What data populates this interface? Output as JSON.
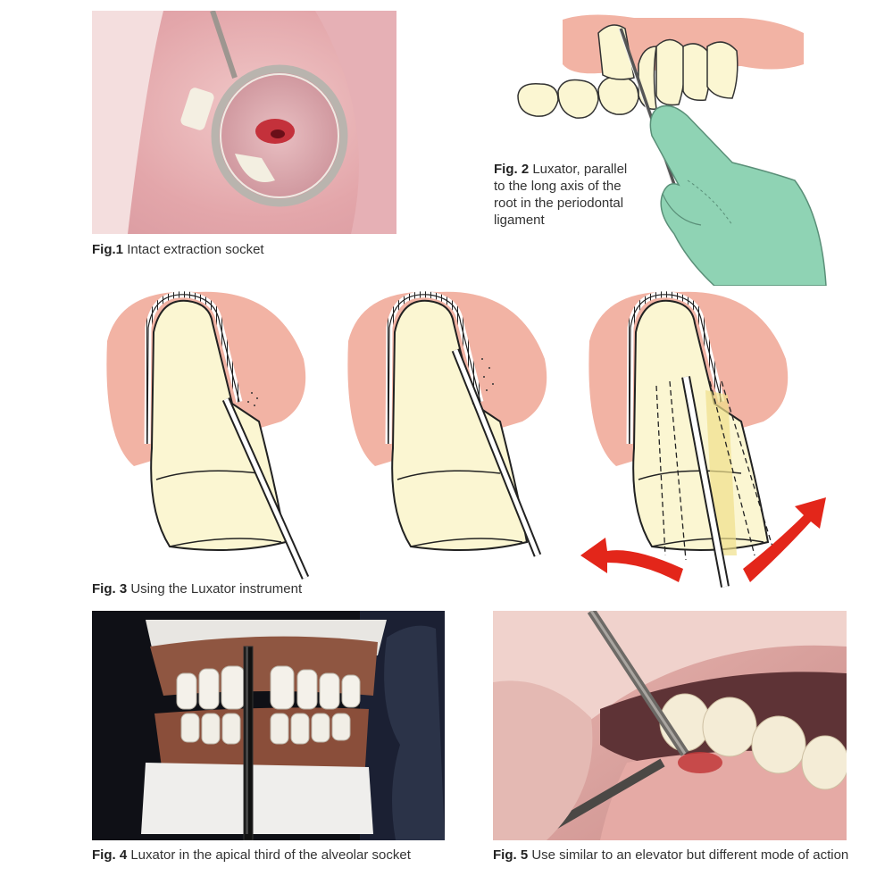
{
  "figures": [
    {
      "id": "Fig.1",
      "label": "Fig.1",
      "text": "Intact extraction socket"
    },
    {
      "id": "Fig.2",
      "label": "Fig. 2",
      "text": "Luxator, parallel to the long axis of the root in the periodontal ligament"
    },
    {
      "id": "Fig.3",
      "label": "Fig. 3",
      "text": "Using the Luxator instrument"
    },
    {
      "id": "Fig.4",
      "label": "Fig. 4",
      "text": "Luxator in the apical third of the alveolar socket"
    },
    {
      "id": "Fig.5",
      "label": "Fig. 5",
      "text": "Use similar to an elevator but different mode of action"
    }
  ],
  "colors": {
    "gum": "#f2b3a4",
    "tooth": "#fbf6d2",
    "glove": "#8fd3b4",
    "arrow": "#e3261a",
    "photo_mouth": "#d88b8b"
  }
}
